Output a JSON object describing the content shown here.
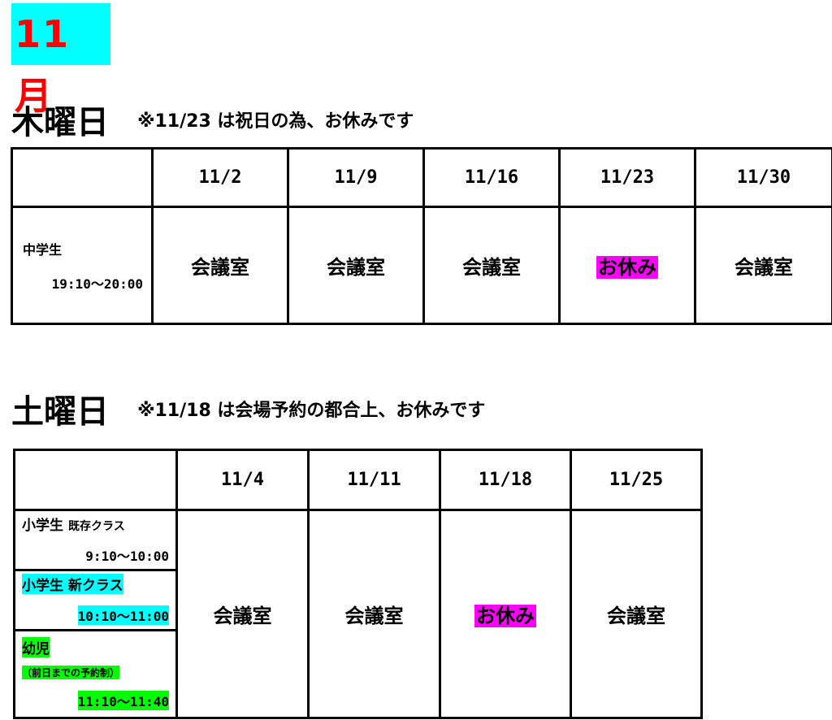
{
  "month": "11 月",
  "thursday": {
    "heading": "木曜日",
    "note": "※11/23 は祝日の為、お休みです",
    "dates": [
      "11/2",
      "11/9",
      "11/16",
      "11/23",
      "11/30"
    ],
    "row": {
      "label": "中学生",
      "time": "19:10～20:00",
      "cells": [
        "会議室",
        "会議室",
        "会議室",
        "お休み",
        "会議室"
      ]
    }
  },
  "saturday": {
    "heading": "土曜日",
    "note": "※11/18 は会場予約の都合上、お休みです",
    "dates": [
      "11/4",
      "11/11",
      "11/18",
      "11/25"
    ],
    "groups": [
      {
        "label": "小学生",
        "sub": "既存クラス",
        "time": "9:10～10:00"
      },
      {
        "label": "小学生 新クラス",
        "time": "10:10～11:00"
      },
      {
        "label": "幼児",
        "note": "（前日までの予約制）",
        "time": "11:10～11:40"
      }
    ],
    "cells": [
      "会議室",
      "会議室",
      "お休み",
      "会議室"
    ]
  },
  "colors": {
    "month_bg": "#00ffff",
    "month_text": "#ff0000",
    "holiday_highlight": "#ff00ff",
    "new_class_highlight": "#00ffff",
    "infant_highlight": "#00ff00"
  }
}
